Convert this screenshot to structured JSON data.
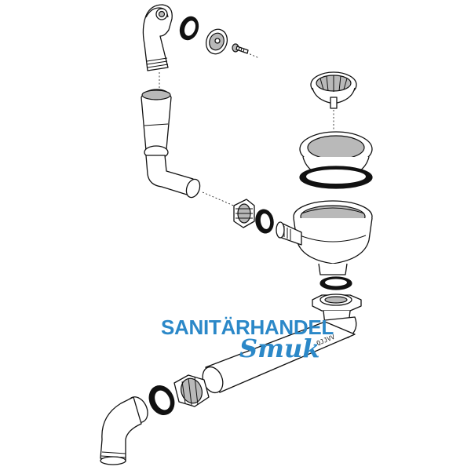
{
  "watermark": {
    "line1": "SANITÄRHANDEL",
    "line2": "Smuk",
    "color": "#2b88c8"
  },
  "pipe_label": "QJJVV",
  "colors": {
    "line": "#111111",
    "shade": "#b9b9b9",
    "background": "#ffffff"
  },
  "parts": [
    "overflow-head",
    "overflow-gasket",
    "overflow-cover-plate",
    "overflow-screw",
    "overflow-hose",
    "overflow-elbow",
    "strainer-basket",
    "strainer-screw",
    "strainer-flange",
    "flange-gasket",
    "hose-nut",
    "hose-seal-ring",
    "drain-body",
    "outlet-seal-ring",
    "union-nut",
    "drain-pipe",
    "pipe-nut",
    "pipe-seal-ring",
    "outlet-bend"
  ]
}
